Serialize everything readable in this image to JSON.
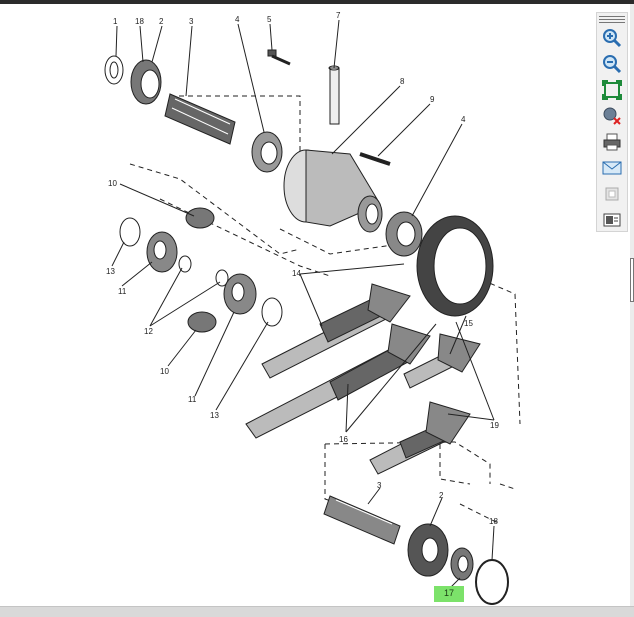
{
  "diagram": {
    "callouts": {
      "c1": "1",
      "c18a": "18",
      "c2a": "2",
      "c3a": "3",
      "c4a": "4",
      "c5": "5",
      "c7": "7",
      "c8": "8",
      "c9": "9",
      "c4b": "4",
      "c10a": "10",
      "c13a": "13",
      "c11a": "11",
      "c12": "12",
      "c10b": "10",
      "c11b": "11",
      "c13b": "13",
      "c14": "14",
      "c15": "15",
      "c16": "16",
      "c19": "19",
      "c3b": "3",
      "c2b": "2",
      "c18b": "18"
    },
    "highlighted_callout": "17"
  },
  "toolbar": {
    "tools": [
      {
        "name": "zoom-in"
      },
      {
        "name": "zoom-out"
      },
      {
        "name": "fit-page"
      },
      {
        "name": "disable-hotspots"
      },
      {
        "name": "print"
      },
      {
        "name": "email"
      },
      {
        "name": "export"
      },
      {
        "name": "image-view"
      }
    ]
  }
}
